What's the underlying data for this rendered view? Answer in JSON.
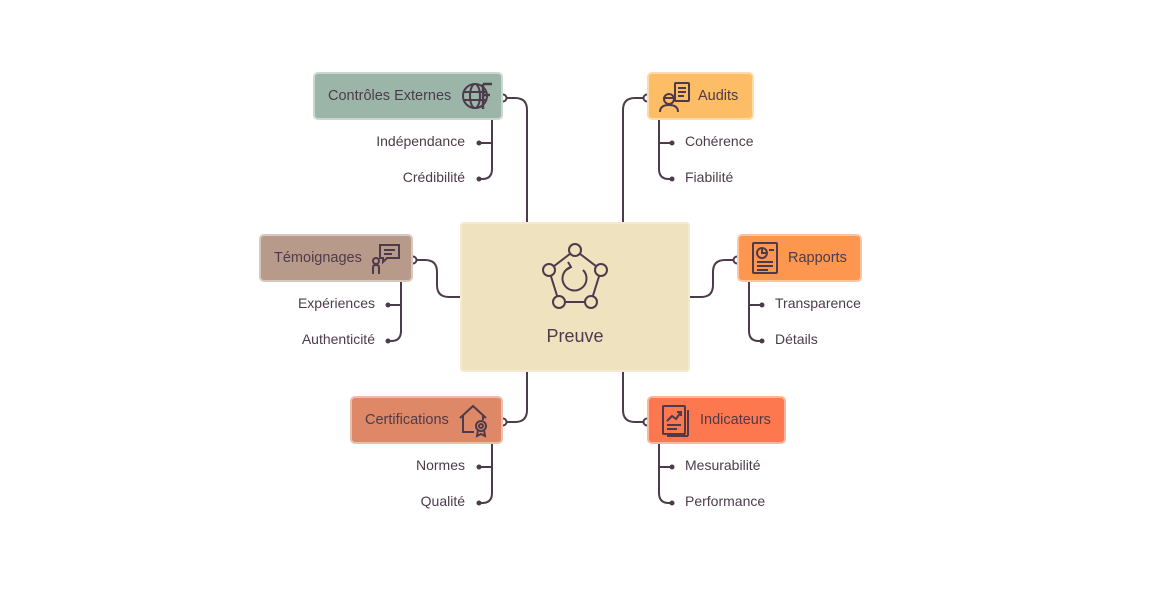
{
  "center": {
    "label": "Preuve",
    "icon": "pentagon-cycle-icon",
    "color": "#efe2bf"
  },
  "line_color": "#4d3b4b",
  "branches": [
    {
      "label": "Contrôles Externes",
      "icon": "globe-f-icon",
      "color": "#9bb6a9",
      "children": [
        "Indépendance",
        "Crédibilité"
      ]
    },
    {
      "label": "Témoignages",
      "icon": "speech-person-icon",
      "color": "#b89a8a",
      "children": [
        "Expériences",
        "Authenticité"
      ]
    },
    {
      "label": "Certifications",
      "icon": "house-badge-icon",
      "color": "#df8868",
      "children": [
        "Normes",
        "Qualité"
      ]
    },
    {
      "label": "Audits",
      "icon": "auditor-clipboard-icon",
      "color": "#fdbc66",
      "children": [
        "Cohérence",
        "Fiabilité"
      ]
    },
    {
      "label": "Rapports",
      "icon": "report-chart-icon",
      "color": "#fd964e",
      "children": [
        "Transparence",
        "Détails"
      ]
    },
    {
      "label": "Indicateurs",
      "icon": "trend-document-icon",
      "color": "#fd784e",
      "children": [
        "Mesurabilité",
        "Performance"
      ]
    }
  ]
}
